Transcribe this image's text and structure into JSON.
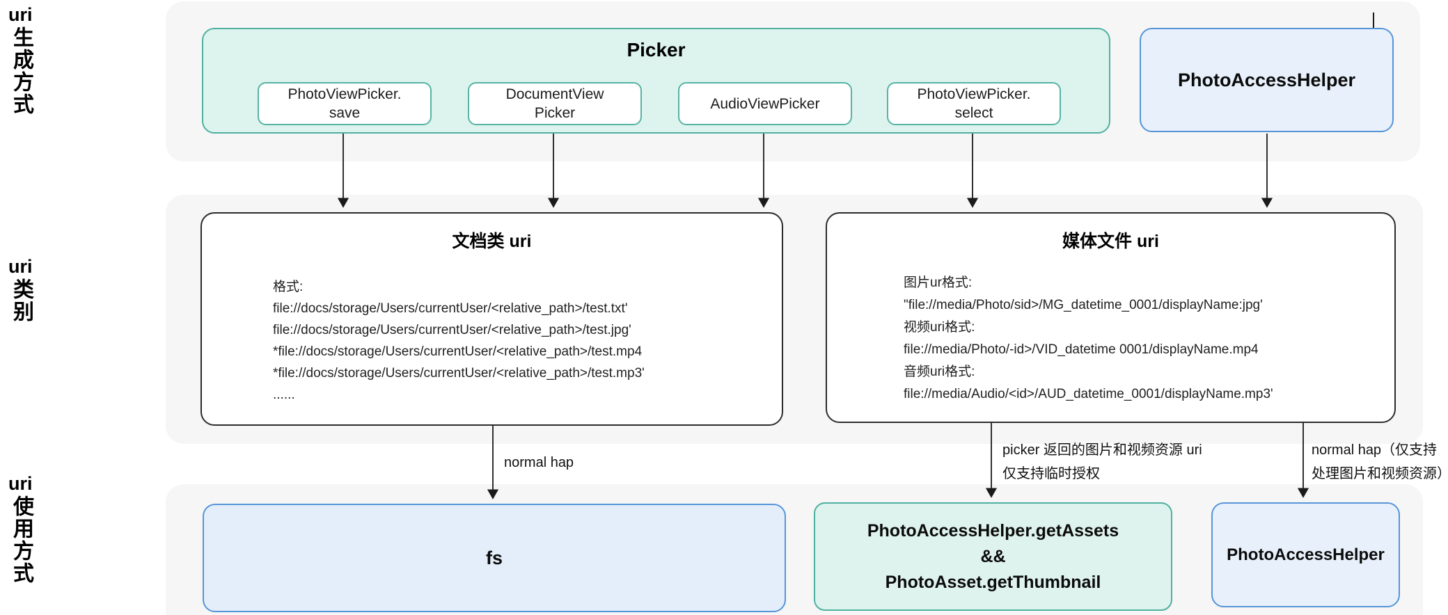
{
  "colors": {
    "teal_fill": "#ddf3ee",
    "teal_border": "#4fb0a0",
    "blue_fill": "#e8f1fb",
    "blue_border": "#5694d8",
    "row_background": "#f6f6f7",
    "uri_box_border": "#2b2b2b",
    "arrow": "#1a1a1a"
  },
  "side_labels": [
    {
      "en": "uri",
      "zh": "生成方式"
    },
    {
      "en": "uri",
      "zh": "类别"
    },
    {
      "en": "uri",
      "zh": "使用方式"
    }
  ],
  "picker": {
    "title": "Picker",
    "items": [
      "PhotoViewPicker.\nsave",
      "DocumentView\nPicker",
      "AudioViewPicker",
      "PhotoViewPicker.\nselect"
    ]
  },
  "photo_access_helper_top": "PhotoAccessHelper",
  "doc_uri_box": {
    "title": "文档类 uri",
    "lines": [
      "格式:",
      "file://docs/storage/Users/currentUser/<relative_path>/test.txt'",
      "file://docs/storage/Users/currentUser/<relative_path>/test.jpg'",
      "*file://docs/storage/Users/currentUser/<relative_path>/test.mp4",
      "*file://docs/storage/Users/currentUser/<relative_path>/test.mp3'",
      "......"
    ]
  },
  "media_uri_box": {
    "title": "媒体文件 uri",
    "lines": [
      "图片ur格式:",
      "\"file://media/Photo/sid>/MG_datetime_0001/displayName:jpg'",
      "视频uri格式:",
      "file://media/Photo/-id>/VID_datetime 0001/displayName.mp4",
      "音频uri格式:",
      "file://media/Audio/<id>/AUD_datetime_0001/displayName.mp3'"
    ]
  },
  "edge_labels": {
    "normal_hap": "normal hap",
    "picker_temp_auth": "picker 返回的图片和视频资源 uri\n仅支持临时授权",
    "normal_hap_media": "normal hap（仅支持\n处理图片和视频资源）"
  },
  "bottom": {
    "fs": "fs",
    "get_assets": "PhotoAccessHelper.getAssets\n&&\nPhotoAsset.getThumbnail",
    "photo_access_helper": "PhotoAccessHelper"
  }
}
